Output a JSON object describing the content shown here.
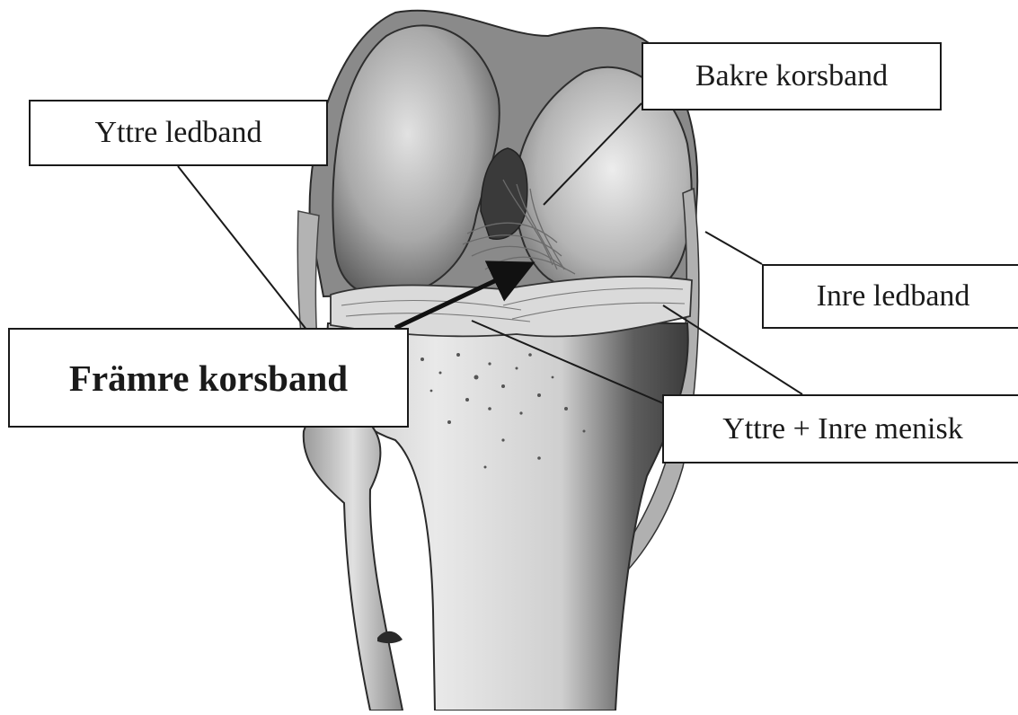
{
  "figure": {
    "image_subject": "knee-joint-anatomy-illustration",
    "line_color": "#1a1a1a",
    "labels": {
      "yttre_ledband": "Yttre ledband",
      "bakre_korsband": "Bakre korsband",
      "inre_ledband": "Inre ledband",
      "framre_korsband": "Främre korsband",
      "menisk": "Yttre + Inre menisk"
    }
  }
}
